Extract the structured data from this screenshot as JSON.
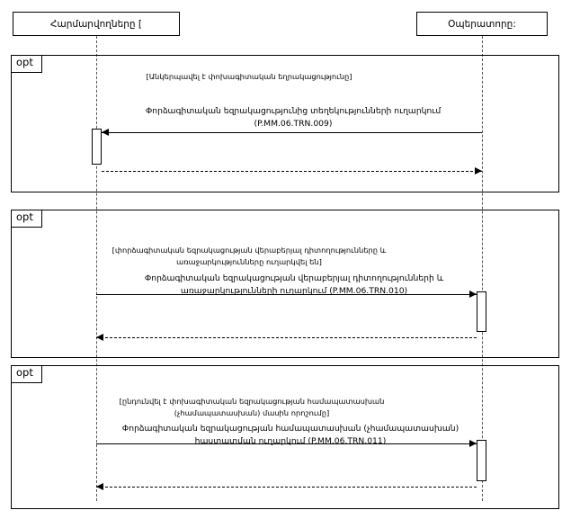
{
  "diagram": {
    "type": "sequence-diagram",
    "lifelines": [
      {
        "id": "requester",
        "label": "Հարմարվողները   ["
      },
      {
        "id": "operator",
        "label": "Օպերատորը:"
      }
    ],
    "fragments": [
      {
        "id": "opt-1",
        "operator": "opt",
        "guard": "[Անկերպավել է փոխագիտական եղրակացությունը]",
        "messages": [
          {
            "id": "msg-1",
            "text": "Փորձագիտական եզրակացությունից տեղեկությունների ուղարկում (P.MM.06.TRN.009)",
            "direction": "to-left",
            "style": "solid"
          },
          {
            "id": "msg-1-return",
            "text": "",
            "direction": "to-right",
            "style": "dashed"
          }
        ]
      },
      {
        "id": "opt-2",
        "operator": "opt",
        "guard": "[փորձագիտական եզրակացության վերաբերյալ դիտողությունները և առաջարկությունները ուղարկվել են]",
        "messages": [
          {
            "id": "msg-2",
            "text": "Փորձագիտական եզրակացության վերաբերյալ դիտողությունների և առաջարկությունների ուղարկում (P.MM.06.TRN.010)",
            "direction": "to-right",
            "style": "solid"
          },
          {
            "id": "msg-2-return",
            "text": "",
            "direction": "to-left",
            "style": "dashed"
          }
        ]
      },
      {
        "id": "opt-3",
        "operator": "opt",
        "guard": "[ընդունվել է փոխագիտական եզրակացության համապատասխան (չհամապատասխան) մասին որոշումը]",
        "messages": [
          {
            "id": "msg-3",
            "text": "Փորձագիտական եզրակացության համապատասխան (չհամապատասխան) հաստատման ուղարկում (P.MM.06.TRN.011)",
            "direction": "to-right",
            "style": "solid"
          },
          {
            "id": "msg-3-return",
            "text": "",
            "direction": "to-left",
            "style": "dashed"
          }
        ]
      }
    ]
  }
}
